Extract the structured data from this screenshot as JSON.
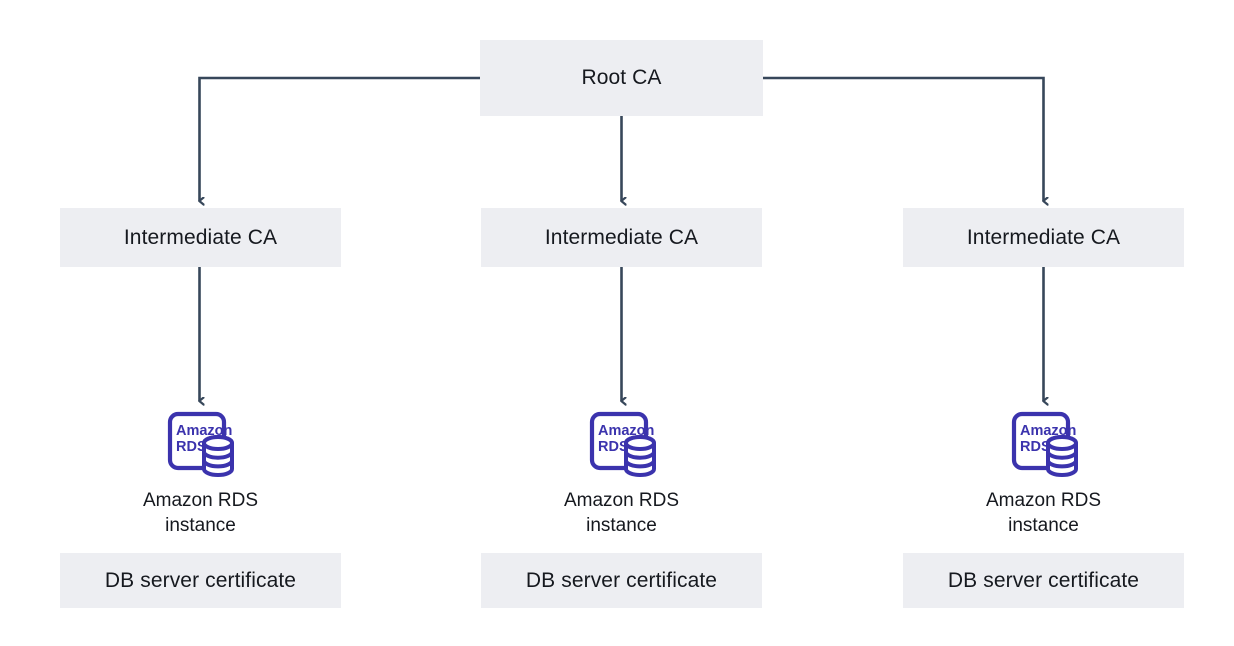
{
  "diagram": {
    "title_node": {
      "label": "Root CA",
      "name": "root-ca-box"
    },
    "colors": {
      "box_fill": "#edeef2",
      "connector": "#37475a",
      "rds_purple": "#3b33ad",
      "text": "#16191f",
      "background": "#ffffff"
    },
    "columns": [
      {
        "intermediate_ca": "Intermediate CA",
        "rds_icon_name": "amazon-rds-icon",
        "rds_icon_text_line1": "Amazon",
        "rds_icon_text_line2": "RDS",
        "rds_caption_line1": "Amazon RDS",
        "rds_caption_line2": "instance",
        "certificate": "DB server certificate"
      },
      {
        "intermediate_ca": "Intermediate CA",
        "rds_icon_name": "amazon-rds-icon",
        "rds_icon_text_line1": "Amazon",
        "rds_icon_text_line2": "RDS",
        "rds_caption_line1": "Amazon RDS",
        "rds_caption_line2": "instance",
        "certificate": "DB server certificate"
      },
      {
        "intermediate_ca": "Intermediate CA",
        "rds_icon_name": "amazon-rds-icon",
        "rds_icon_text_line1": "Amazon",
        "rds_icon_text_line2": "RDS",
        "rds_caption_line1": "Amazon RDS",
        "rds_caption_line2": "instance",
        "certificate": "DB server certificate"
      }
    ]
  }
}
